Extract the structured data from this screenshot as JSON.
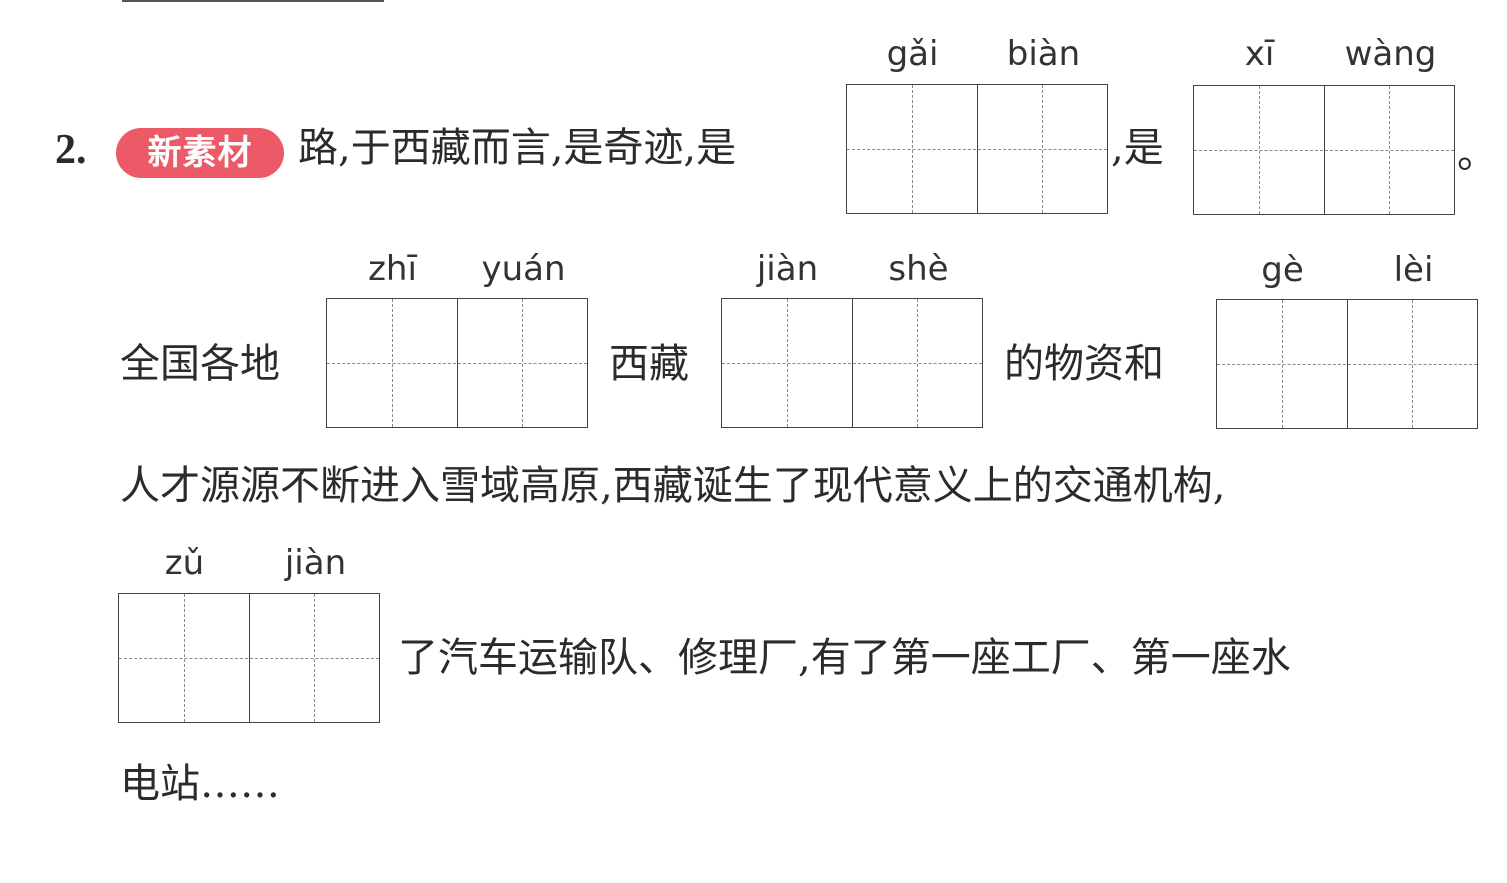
{
  "question": {
    "number": "2.",
    "badge": "新素材",
    "line1_a": "路,于西藏而言,是奇迹,是",
    "line1_b": ",是",
    "line1_end": "。",
    "line2_a": "全国各地",
    "line2_b": "西藏",
    "line2_c": "的物资和",
    "line3": "人才源源不断进入雪域高原,西藏诞生了现代意义上的交通机构,",
    "line4": "了汽车运输队、修理厂,有了第一座工厂、第一座水",
    "line5": "电站……"
  },
  "blanks": [
    {
      "pinyin": [
        "gǎi",
        "biàn"
      ],
      "answer": [
        "",
        ""
      ]
    },
    {
      "pinyin": [
        "xī",
        "wàng"
      ],
      "answer": [
        "",
        ""
      ]
    },
    {
      "pinyin": [
        "zhī",
        "yuán"
      ],
      "answer": [
        "",
        ""
      ]
    },
    {
      "pinyin": [
        "jiàn",
        "shè"
      ],
      "answer": [
        "",
        ""
      ]
    },
    {
      "pinyin": [
        "gè",
        "lèi"
      ],
      "answer": [
        "",
        ""
      ]
    },
    {
      "pinyin": [
        "zǔ",
        "jiàn"
      ],
      "answer": [
        "",
        ""
      ]
    }
  ],
  "colors": {
    "badge": "#ec5a67",
    "text": "#2b2b2b",
    "grid_line": "#444444"
  }
}
